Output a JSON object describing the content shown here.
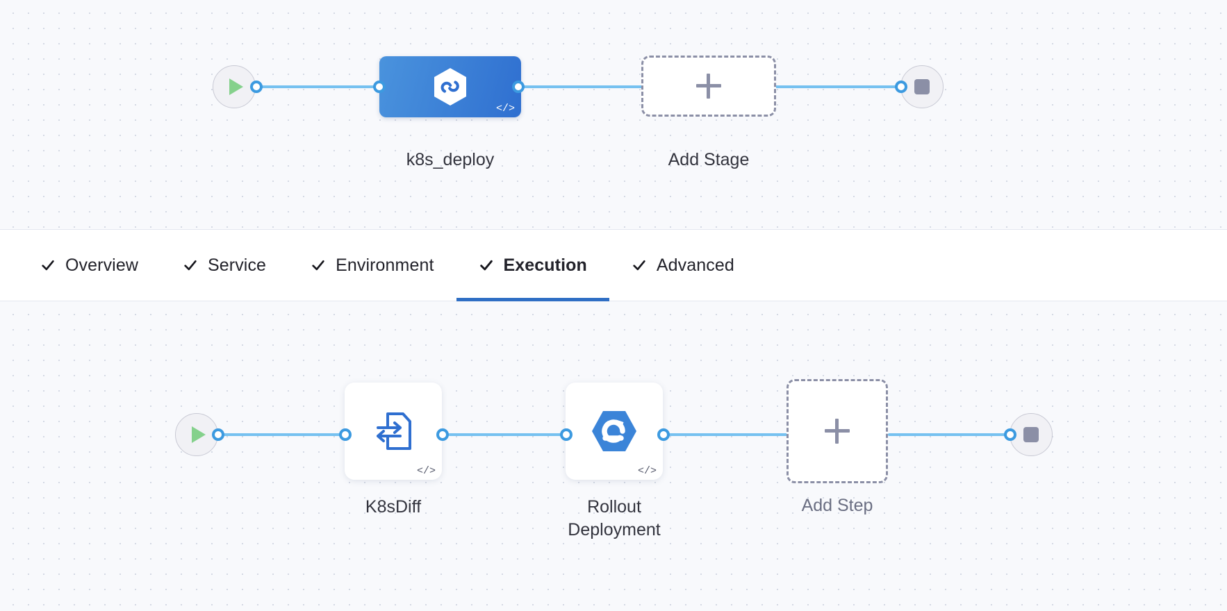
{
  "pipeline": {
    "stage_row": {
      "start_node": {
        "icon": "play-icon",
        "title": "Start"
      },
      "stages": [
        {
          "id": "k8s_deploy",
          "label": "k8s_deploy",
          "icon": "kubernetes-hexagon-icon",
          "badge": "</>",
          "selected": true
        }
      ],
      "add_stage": {
        "label": "Add Stage",
        "icon": "plus-icon"
      },
      "end_node": {
        "icon": "stop-icon",
        "title": "End"
      }
    },
    "step_row": {
      "start_node": {
        "icon": "play-icon",
        "title": "Start"
      },
      "steps": [
        {
          "id": "k8sdiff",
          "label": "K8sDiff",
          "icon": "file-diff-icon",
          "badge": "</>"
        },
        {
          "id": "rollout_deployment",
          "label": "Rollout\nDeployment",
          "icon": "rollout-hexagon-icon",
          "badge": "</>"
        }
      ],
      "add_step": {
        "label": "Add Step",
        "icon": "plus-icon"
      },
      "end_node": {
        "icon": "stop-icon",
        "title": "End"
      }
    }
  },
  "tabs": [
    {
      "id": "overview",
      "label": "Overview",
      "complete": true,
      "active": false
    },
    {
      "id": "service",
      "label": "Service",
      "complete": true,
      "active": false
    },
    {
      "id": "environment",
      "label": "Environment",
      "complete": true,
      "active": false
    },
    {
      "id": "execution",
      "label": "Execution",
      "complete": true,
      "active": true
    },
    {
      "id": "advanced",
      "label": "Advanced",
      "complete": true,
      "active": false
    }
  ],
  "colors": {
    "accent": "#2f6ec4",
    "stage_blue": "#3b7fd4",
    "edge_blue": "#76c1f0",
    "port_blue": "#3c9ae0",
    "play_green": "#85d18c",
    "stop_gray": "#8b8fa6",
    "canvas_bg": "#f8f9fc"
  }
}
